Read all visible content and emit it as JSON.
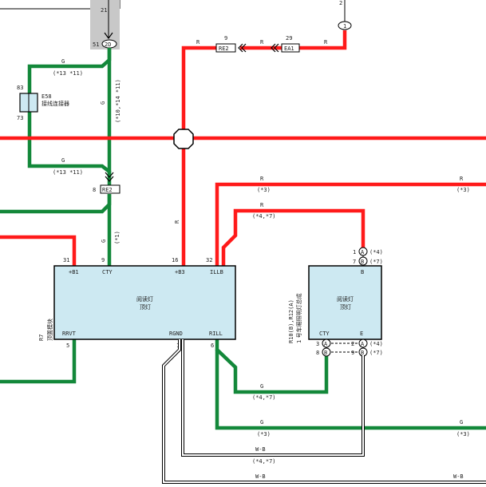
{
  "colors": {
    "red_wire": "#ff1a1a",
    "green_wire": "#13883a",
    "box_fill": "#cde9f2",
    "box_stroke": "#000000",
    "gray_bar": "#c8c8c8"
  },
  "top": {
    "pin_21": "21",
    "conn_2d": "2D",
    "pin_51": "51",
    "pin_2": "2",
    "conn_1": "1"
  },
  "red_top": {
    "r1": "R",
    "pin_9": "9",
    "re2": "RE2",
    "r2": "R",
    "pin_29": "29",
    "ea1": "EA1",
    "r3": "R"
  },
  "e58": {
    "pin_83": "83",
    "pin_73": "73",
    "name": "E58",
    "desc": "接线连接器",
    "g_top": "G",
    "g_top_opt": "(*13 *11)",
    "g_bot": "G",
    "g_bot_opt": "(*13 *11)",
    "g_vert": "G",
    "g_vert_opt": "(*10,*14 *11)"
  },
  "re2_mid": {
    "pin_8": "8",
    "conn": "RE2",
    "g": "G",
    "g_opt": "(*1)",
    "r": "R"
  },
  "right_top": {
    "r_a": "R",
    "r_a_opt": "(*3)",
    "r_b": "R",
    "r_b_opt": "(*3)",
    "r_c": "R",
    "r_c_opt": "(*4,*7)"
  },
  "main_box": {
    "title1": "阅读灯",
    "title2": "顶灯",
    "p_b1": "+B1",
    "p_cty": "CTY",
    "p_b3": "+B3",
    "p_illb": "ILLB",
    "p_rrvt": "RRVT",
    "p_rgnd": "RGND",
    "p_rill": "RILL",
    "n31": "31",
    "n9": "9",
    "n16": "16",
    "n32": "32",
    "n5": "5",
    "n1": "1",
    "n6": "6",
    "side_label1": "R7",
    "side_label2": "顶置模块"
  },
  "right_box": {
    "title1": "阅读灯",
    "title2": "顶灯",
    "p_b": "B",
    "p_cty": "CTY",
    "p_e": "E",
    "side_label1": "R10(B),R12(A)",
    "side_label2": "1 号车厢照明灯总成",
    "n1": "1",
    "n7": "7",
    "ca1": "A",
    "cb1": "B",
    "opt1": "(*4)",
    "opt2": "(*7)",
    "n3": "3",
    "n8": "8",
    "ca2": "A",
    "cb2": "B",
    "n2": "2",
    "n9": "9",
    "ca3": "A",
    "cb3": "B",
    "opt3": "(*4)",
    "opt4": "(*7)"
  },
  "bottom": {
    "g1": "G",
    "g1_opt": "(*4,*7)",
    "g2": "G",
    "g2_opt": "(*3)",
    "g3": "G",
    "g3_opt": "(*3)",
    "wb1": "W-B",
    "wb1_opt": "(*4,*7)",
    "wb2": "W-B",
    "wb3": "W-B"
  }
}
